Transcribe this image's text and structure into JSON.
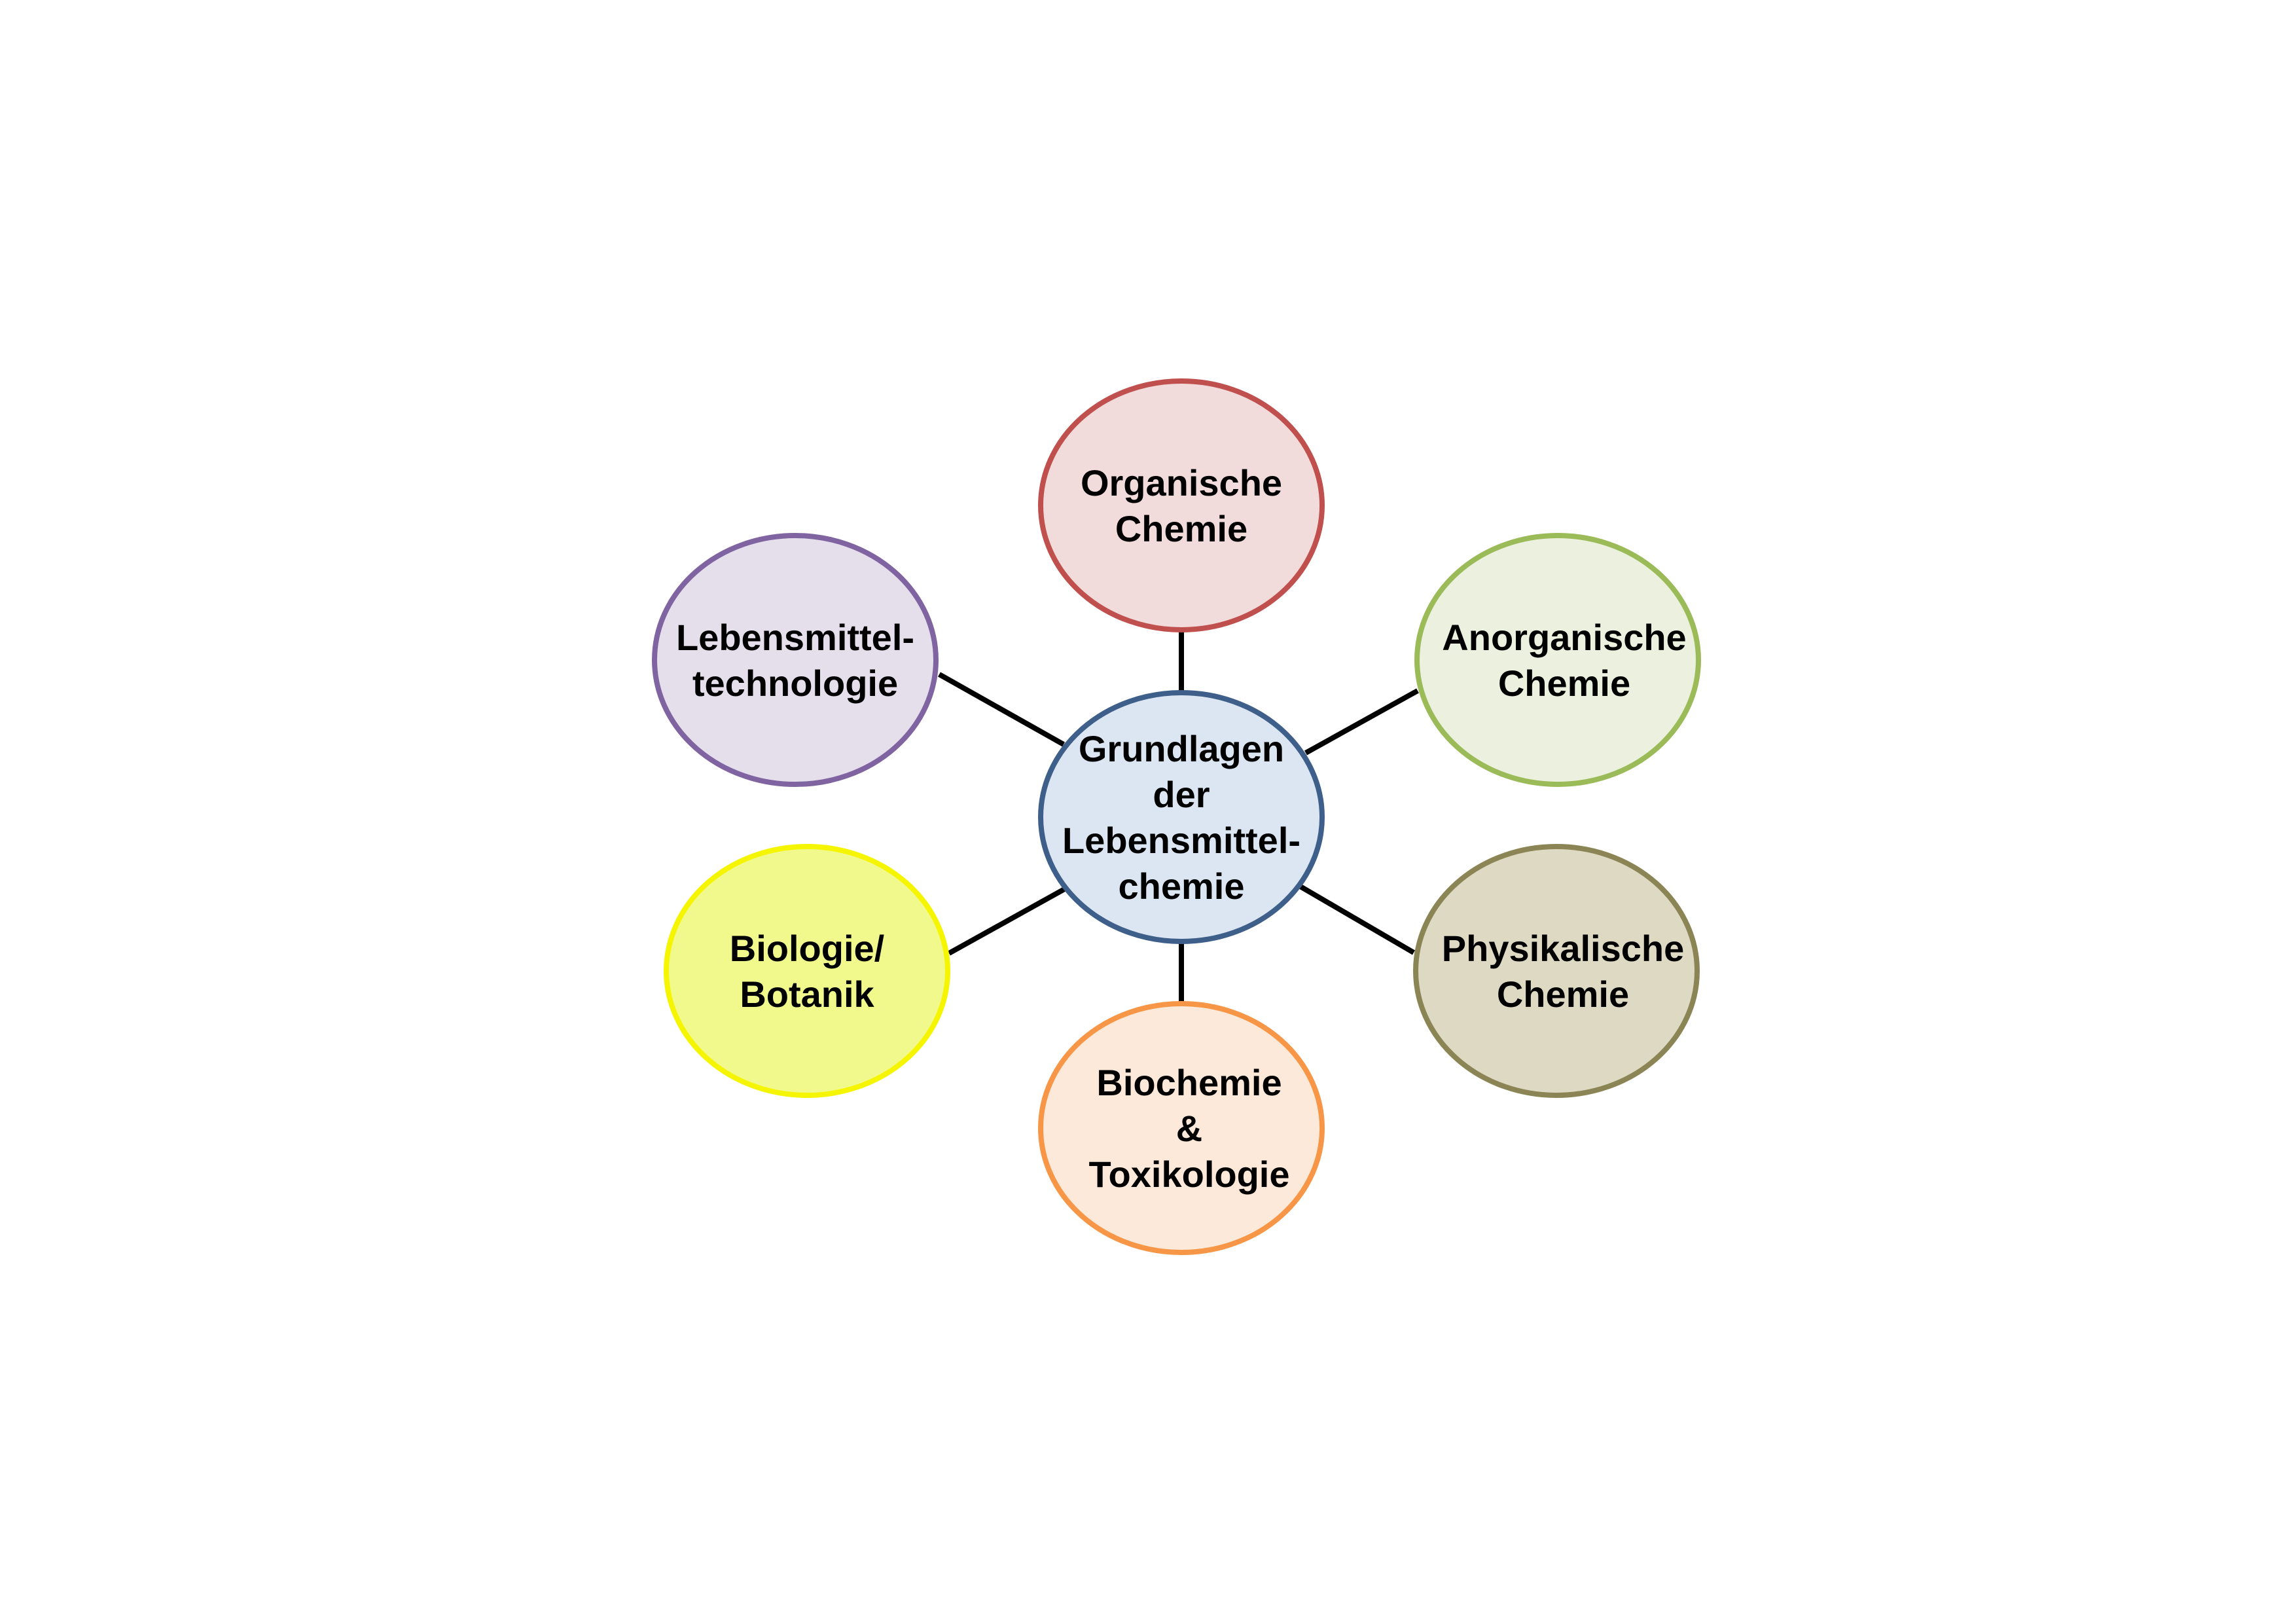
{
  "center": {
    "lines": [
      "Grundlagen",
      "der",
      "Lebensmittel-",
      "chemie"
    ],
    "fill": "#dce6f2",
    "stroke": "#3e5f8a"
  },
  "nodes": [
    {
      "id": "organische-chemie",
      "lines": [
        "Organische",
        "Chemie"
      ],
      "fill": "#f2dcdb",
      "stroke": "#c0504d"
    },
    {
      "id": "anorganische-chemie",
      "lines": [
        "Anorganische",
        "Chemie"
      ],
      "fill": "#ebf1de",
      "stroke": "#9bbb59"
    },
    {
      "id": "physikalische-chemie",
      "lines": [
        "Physikalische",
        "Chemie"
      ],
      "fill": "#ddd9c3",
      "stroke": "#8b8555"
    },
    {
      "id": "biochemie-toxikologie",
      "lines": [
        "Biochemie",
        "&",
        "Toxikologie"
      ],
      "fill": "#fde9d9",
      "stroke": "#f79646"
    },
    {
      "id": "biologie-botanik",
      "lines": [
        "Biologie/",
        "Botanik"
      ],
      "fill": "#f1f98c",
      "stroke": "#f5f500"
    },
    {
      "id": "lebensmitteltechnologie",
      "lines": [
        "Lebensmittel-",
        "technologie"
      ],
      "fill": "#e5dfec",
      "stroke": "#8064a2"
    }
  ],
  "connector_color": "#000000"
}
